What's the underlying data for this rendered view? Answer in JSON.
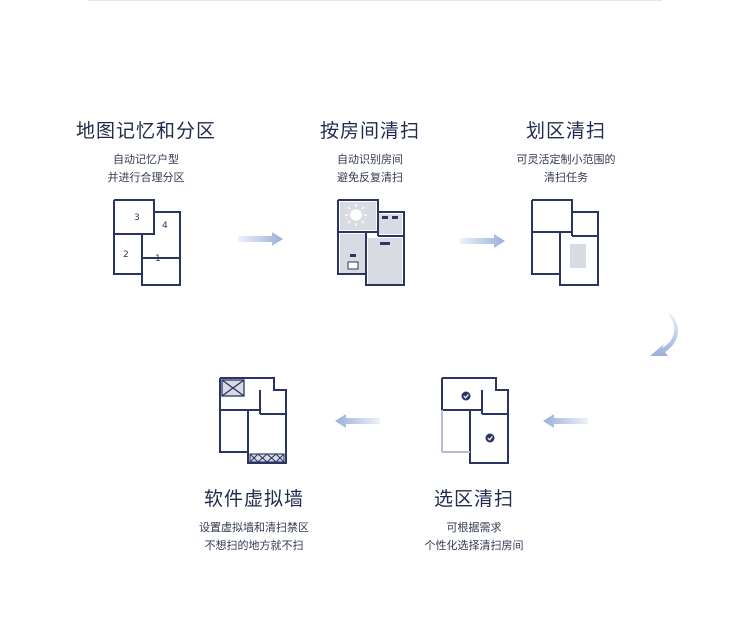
{
  "steps": [
    {
      "title": "地图记忆和分区",
      "desc_line1": "自动记忆户型",
      "desc_line2": "并进行合理分区",
      "room_labels": [
        "3",
        "4",
        "2",
        "1"
      ]
    },
    {
      "title": "按房间清扫",
      "desc_line1": "自动识别房间",
      "desc_line2": "避免反复清扫"
    },
    {
      "title": "划区清扫",
      "desc_line1": "可灵活定制小范围的",
      "desc_line2": "清扫任务"
    },
    {
      "title": "选区清扫",
      "desc_line1": "可根据需求",
      "desc_line2": "个性化选择清扫房间"
    },
    {
      "title": "软件虚拟墙",
      "desc_line1": "设置虚拟墙和清扫禁区",
      "desc_line2": "不想扫的地方就不扫"
    }
  ],
  "colors": {
    "line": "#2a3563",
    "fill": "#d9dbe3",
    "arrow_start": "#eef1fa",
    "arrow_end": "#9aaed8",
    "title": "#1f2a4d"
  },
  "icons": [
    "floorplan-partition-icon",
    "floorplan-room-clean-icon",
    "floorplan-zone-clean-icon",
    "floorplan-select-room-icon",
    "floorplan-virtual-wall-icon"
  ]
}
